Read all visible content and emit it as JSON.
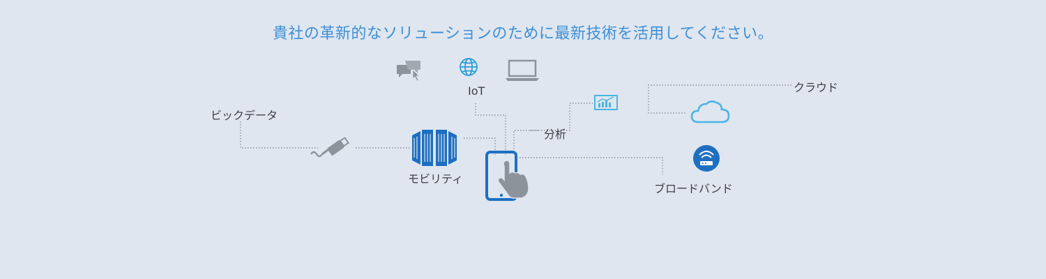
{
  "headline": "貴社の革新的なソリューションのために最新技術を活用してください。",
  "labels": {
    "big_data": "ビックデータ",
    "iot": "IoT",
    "cloud": "クラウド",
    "analytics": "分析",
    "mobility": "モビリティ",
    "broadband": "ブロードバンド"
  },
  "icons": {
    "chat": "chat-bubbles-cursor-icon",
    "globe": "globe-icon",
    "laptop": "laptop-icon",
    "chart": "chart-monitor-icon",
    "cloud": "cloud-icon",
    "plug": "plug-cable-icon",
    "servers": "server-racks-icon",
    "touch": "smartphone-touch-icon",
    "wifi": "wifi-router-icon"
  },
  "colors": {
    "headline": "#3d8fd6",
    "blue": "#1e6fc0",
    "grey": "#8c939b",
    "lightblue": "#4ab4e3"
  }
}
